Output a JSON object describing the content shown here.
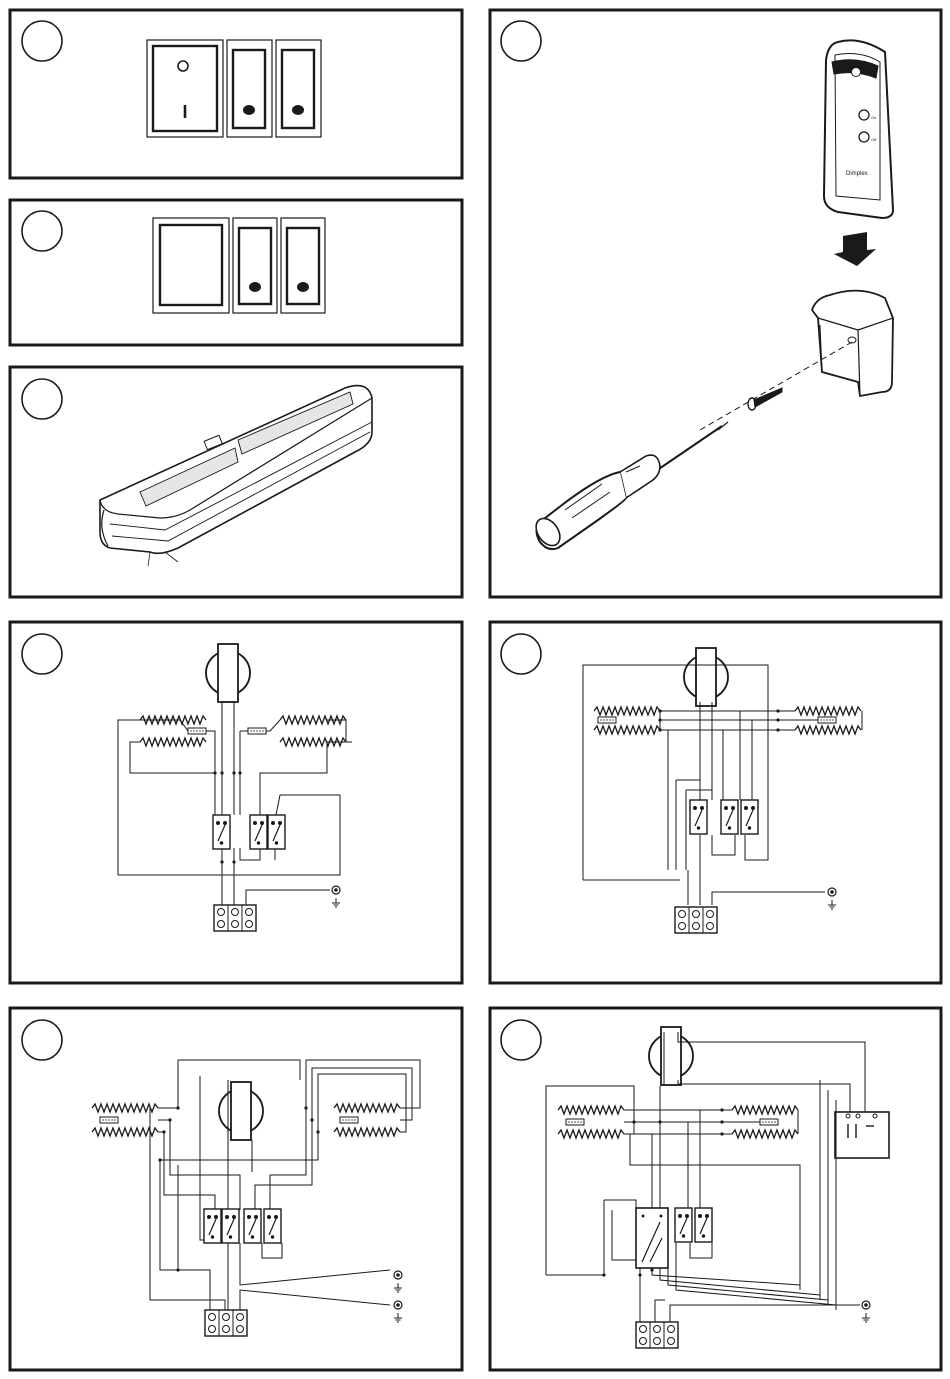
{
  "panels": {
    "p1": {
      "number": ""
    },
    "p2": {
      "number": ""
    },
    "p3": {
      "number": ""
    },
    "p4": {
      "number": ""
    },
    "p5": {
      "number": ""
    },
    "p6": {
      "number": ""
    },
    "p7": {
      "number": ""
    },
    "p8": {
      "number": ""
    }
  },
  "switch_panel_1": {
    "rocker_symbol": "I"
  },
  "remote": {
    "brand": "Dimplex",
    "button_1_label": "On",
    "button_2_label": "Off"
  },
  "colors": {
    "ink": "#1a1a1a",
    "shade": "#e6e6e6",
    "paper": "#ffffff"
  }
}
